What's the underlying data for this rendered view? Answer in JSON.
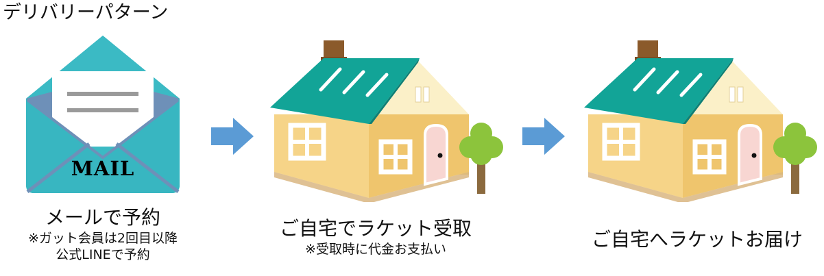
{
  "title": "デリバリーパターン",
  "steps": [
    {
      "caption": "メールで予約",
      "notes": [
        "※ガット会員は2回目以降",
        "公式LINEで予約"
      ],
      "icon": "mail-envelope-icon",
      "icon_text": "MAIL"
    },
    {
      "caption": "ご自宅でラケット受取",
      "notes": [
        "※受取時に代金お支払い"
      ],
      "icon": "house-icon"
    },
    {
      "caption": "ご自宅へラケットお届け",
      "notes": [],
      "icon": "house-icon"
    }
  ],
  "colors": {
    "envelope": "#3BBAC4",
    "envelope_dark": "#6E90B8",
    "arrow": "#5B9BD5",
    "roof": "#12A497",
    "wall": "#F6D488",
    "wall_shadow": "#EFC56D",
    "gable": "#FBF0C8",
    "chimney": "#8B5A2B",
    "door": "#F8D6D2",
    "tree": "#8CC43C",
    "trunk": "#8B6A3E"
  }
}
